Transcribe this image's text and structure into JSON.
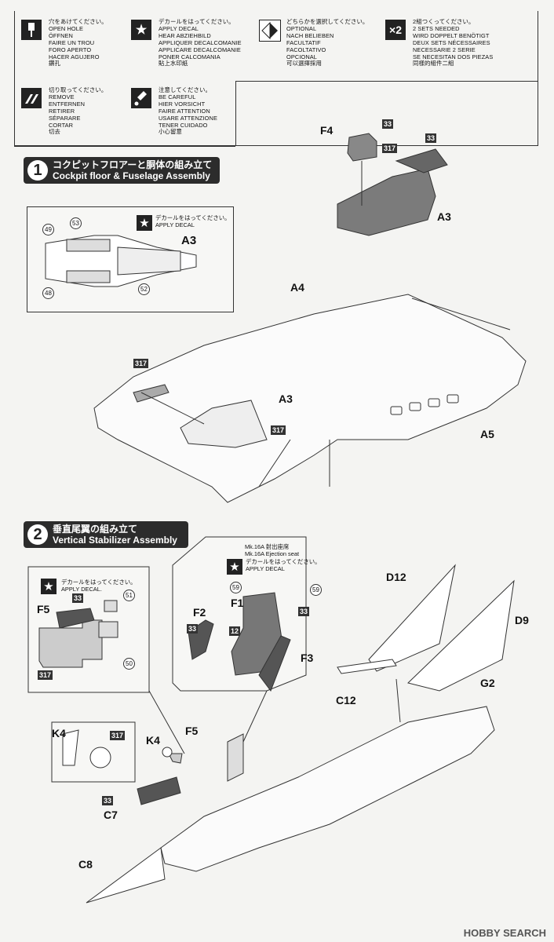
{
  "legend": {
    "open_hole": "穴をあけてください。\nOPEN HOLE\nÖFFNEN\nFAIRE UN TROU\nFORO APERTO\nHACER AGUJERO\n鑽孔",
    "apply_decal": "デカールをはってください。\nAPPLY DECAL\nHEAR ABZIEHBILD\nAPPLIQUER DECALCOMANIE\nAPPLICARE DECALCOMANIE\nPONER CALCOMANIA\n貼上水印紙",
    "optional": "どちらかを選択してください。\nOPTIONAL\nNACH BELIEBEN\nFACULTATIF\nFACOLTATIVO\nOPCIONAL\n可以選擇採用",
    "two_sets": "2組つくってください。\n2 SETS NEEDED\nWIRD DOPPELT BENÖTIGT\nDEUX SETS NÉCESSAIRES\nNECESSARIE 2 SERIE\nSE NECESITAN DOS PIEZAS\n同樣的組件二組",
    "two_sets_icon": "×2",
    "remove": "切り取ってください。\nREMOVE\nENTFERNEN\nRETIRER\nSÉPARARE\nCORTAR\n切去",
    "careful": "注意してください。\nBE CAREFUL\nHIER VORSICHT\nFAIRE ATTENTION\nUSARE ATTENZIONE\nTENER CUIDADO\n小心留意"
  },
  "step1": {
    "number": "1",
    "title_jp": "コクピットフロアーと胴体の組み立て",
    "title_en": "Cockpit floor & Fuselage Assembly",
    "decal_note": "デカールをはってください。\nAPPLY DECAL",
    "inset_part": "A3",
    "decal_numbers": [
      "49",
      "53",
      "48",
      "52"
    ],
    "parts": [
      "F4",
      "33",
      "317",
      "33",
      "A3",
      "A4",
      "317",
      "A3",
      "317",
      "A5"
    ]
  },
  "step2": {
    "number": "2",
    "title_jp": "垂直尾翼の組み立て",
    "title_en": "Vertical Stabilizer Assembly",
    "decal_note": "デカールをはってください。\nAPPLY DECAL.",
    "seat_title": "Mk.16A 射出座席\nMk.16A Ejection seat",
    "seat_decal": "デカールをはってください。\nAPPLY DECAL",
    "parts": [
      "F5",
      "33",
      "51",
      "50",
      "317",
      "F2",
      "F1",
      "59",
      "59",
      "33",
      "33",
      "12",
      "F3",
      "D12",
      "D9",
      "C12",
      "G2",
      "K4",
      "317",
      "K4",
      "F5",
      "33",
      "C7",
      "C8"
    ]
  },
  "watermark": "HOBBY SEARCH",
  "colors": {
    "dark": "#2c2c2c",
    "grey_part": "#7b7b7b",
    "bg": "#f4f4f2"
  }
}
